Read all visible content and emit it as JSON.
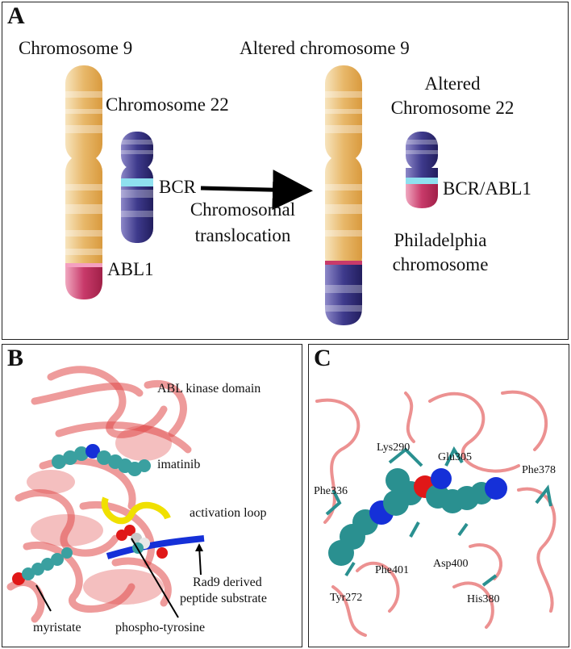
{
  "panel_a": {
    "letter": "A",
    "chromosome_9": "Chromosome 9",
    "chromosome_22": "Chromosome 22",
    "bcr": "BCR",
    "abl1": "ABL1",
    "translocation_line1": "Chromosomal",
    "translocation_line2": "translocation",
    "altered_chromosome_9": "Altered chromosome 9",
    "altered_chromosome_22_line1": "Altered",
    "altered_chromosome_22_line2": "Chromosome 22",
    "bcr_abl1": "BCR/ABL1",
    "philadelphia_line1": "Philadelphia",
    "philadelphia_line2": "chromosome",
    "colors": {
      "chr9": "#e8b86a",
      "chr22": "#3e3a8c",
      "abl1": "#c83a6a",
      "bcr": "#8fe0ef"
    }
  },
  "panel_b": {
    "letter": "B",
    "kinase_domain": "ABL kinase domain",
    "imatinib": "imatinib",
    "activation_loop": "activation loop",
    "rad9_line1": "Rad9 derived",
    "rad9_line2": "peptide substrate",
    "myristate": "myristate",
    "phospho_tyrosine": "phospho-tyrosine",
    "colors": {
      "ribbon": "#e04848",
      "ligand": "#3aa0a0",
      "loop": "#f0e000",
      "peptide": "#1530d8"
    }
  },
  "panel_c": {
    "letter": "C",
    "residues": [
      "Lys290",
      "Glu305",
      "Phe378",
      "Phe336",
      "Asp400",
      "Phe401",
      "Tyr272",
      "His380"
    ]
  }
}
